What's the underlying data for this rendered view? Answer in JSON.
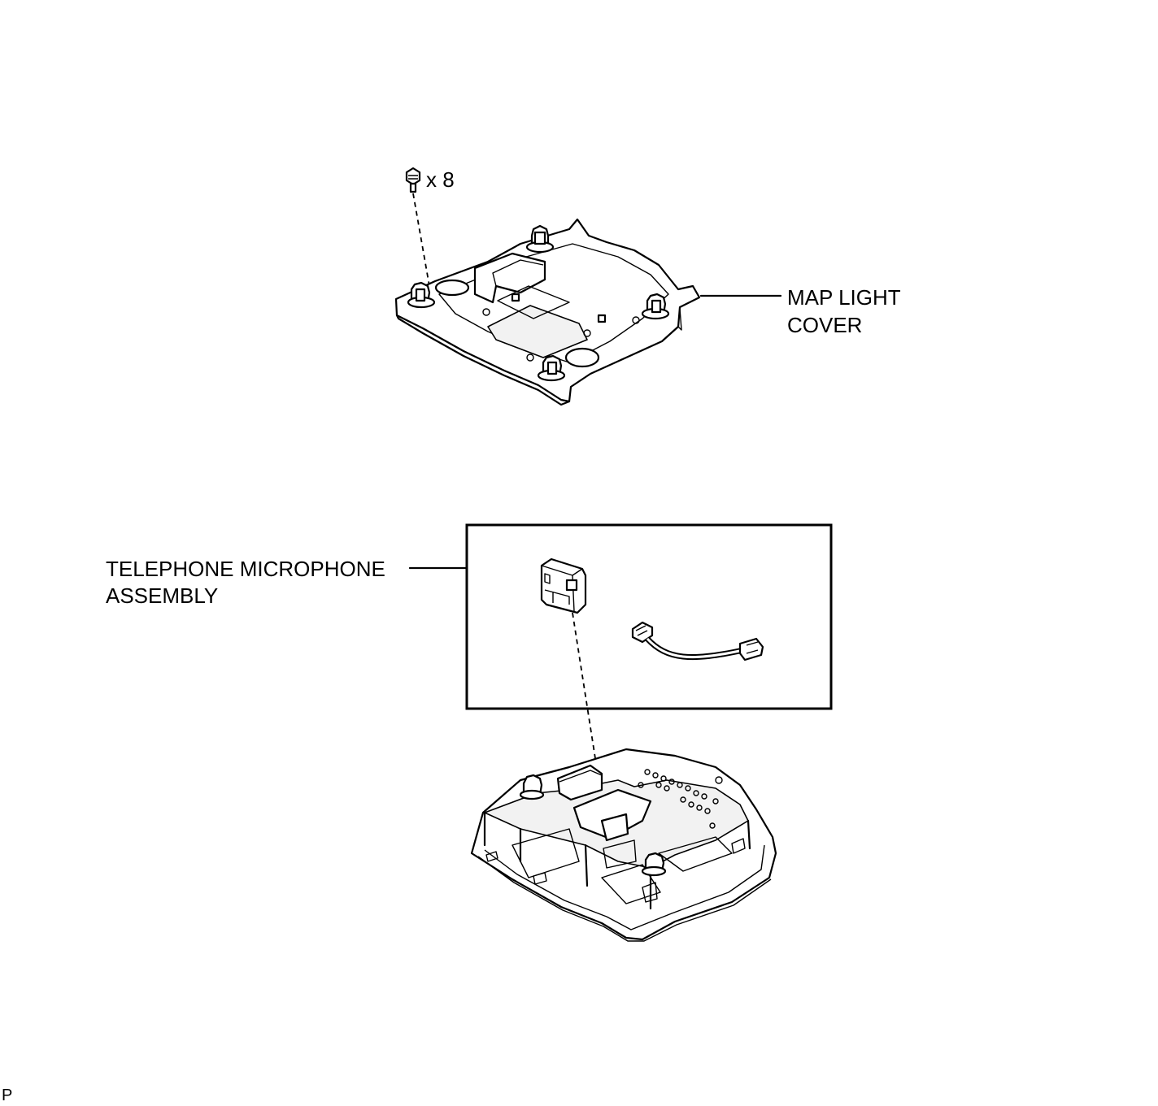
{
  "labels": {
    "screw_qty": "x 8",
    "map_light_cover_line1": "MAP LIGHT",
    "map_light_cover_line2": "COVER",
    "mic_line1": "TELEPHONE MICROPHONE",
    "mic_line2": "ASSEMBLY",
    "corner": "P"
  }
}
